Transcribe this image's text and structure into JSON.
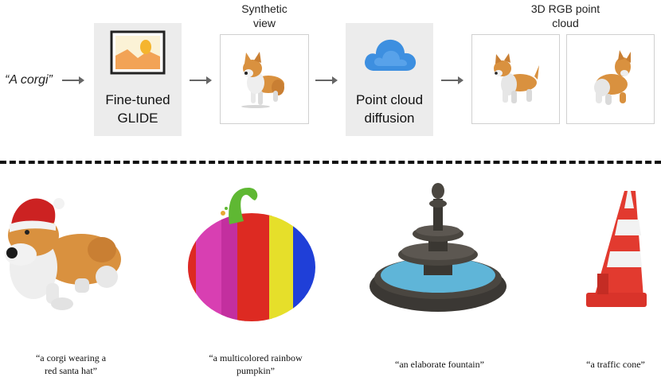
{
  "pipeline": {
    "prompt": "“A corgi”",
    "glide_label_line1": "Fine-tuned",
    "glide_label_line2": "GLIDE",
    "synthetic_view_line1": "Synthetic",
    "synthetic_view_line2": "view",
    "diffusion_label_line1": "Point cloud",
    "diffusion_label_line2": "diffusion",
    "output_label_line1": "3D RGB point",
    "output_label_line2": "cloud",
    "icons": [
      "image-icon",
      "cloud-icon"
    ]
  },
  "examples": [
    {
      "caption_line1": "“a corgi wearing a",
      "caption_line2": "red santa hat”"
    },
    {
      "caption_line1": "“a multicolored rainbow",
      "caption_line2": "pumpkin”"
    },
    {
      "caption_line1": "“an elaborate fountain”",
      "caption_line2": ""
    },
    {
      "caption_line1": "“a traffic cone”",
      "caption_line2": ""
    }
  ],
  "colors": {
    "corgi_orange": "#d9913f",
    "corgi_white": "#eeeeee",
    "santa_red": "#cc2222",
    "pumpkin_magenta": "#d83fb2",
    "pumpkin_red": "#dd2a22",
    "pumpkin_yellow": "#e6df2a",
    "pumpkin_blue": "#1f3fd8",
    "pumpkin_stem": "#5fb833",
    "fountain_stone": "#4a4640",
    "fountain_water": "#5fb5d8",
    "cone_red": "#e23a2f",
    "cloud_blue": "#3d8fe0"
  }
}
